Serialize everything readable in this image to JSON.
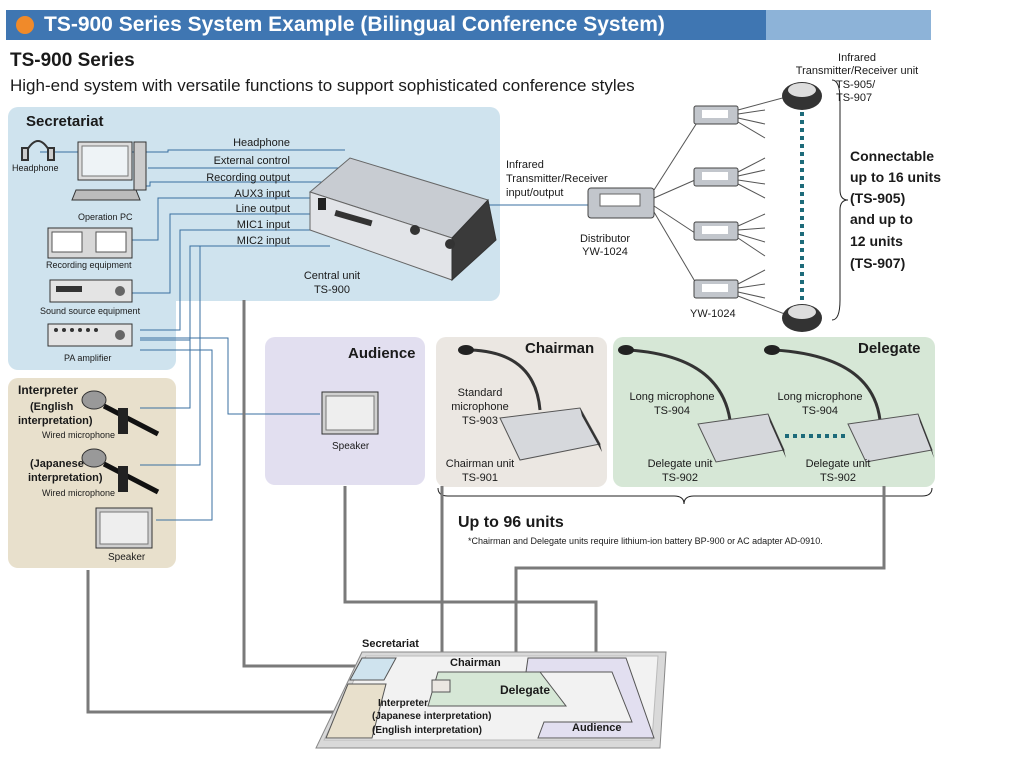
{
  "header": {
    "title": "TS-900 Series System Example (Bilingual Conference System)",
    "series": "TS-900 Series",
    "subtitle": "High-end system with versatile functions to support sophisticated conference styles"
  },
  "secretariat": {
    "title": "Secretariat",
    "devices": {
      "headphone": "Headphone",
      "operation_pc": "Operation PC",
      "recording": "Recording equipment",
      "sound_source": "Sound source equipment",
      "pa_amplifier": "PA amplifier"
    },
    "ports": [
      "Headphone",
      "External control",
      "Recording output",
      "AUX3 input",
      "Line output",
      "MIC1 input",
      "MIC2 input"
    ],
    "central_unit": {
      "name": "Central unit",
      "model": "TS-900"
    }
  },
  "infrared": {
    "io_label": [
      "Infrared",
      "Transmitter/Receiver",
      "input/output"
    ],
    "distributor": {
      "name": "Distributor",
      "model": "YW-1024"
    },
    "sub_distributor": "YW-1024",
    "unit_label": [
      "Infrared",
      "Transmitter/Receiver unit",
      "TS-905/",
      "TS-907"
    ],
    "capacity": [
      "Connectable",
      "up to 16 units",
      "(TS-905)",
      "and up to",
      "12 units",
      "(TS-907)"
    ]
  },
  "interpreter": {
    "title": "Interpreter",
    "english": [
      "(English",
      "interpretation)"
    ],
    "japanese": [
      "(Japanese",
      "interpretation)"
    ],
    "wired_mic_1": "Wired microphone",
    "wired_mic_2": "Wired microphone",
    "speaker": "Speaker"
  },
  "audience": {
    "title": "Audience",
    "speaker": "Speaker"
  },
  "chairman": {
    "title": "Chairman",
    "mic": [
      "Standard",
      "microphone",
      "TS-903"
    ],
    "unit": [
      "Chairman unit",
      "TS-901"
    ]
  },
  "delegate": {
    "title": "Delegate",
    "mic1": [
      "Long microphone",
      "TS-904"
    ],
    "mic2": [
      "Long microphone",
      "TS-904"
    ],
    "unit1": [
      "Delegate unit",
      "TS-902"
    ],
    "unit2": [
      "Delegate unit",
      "TS-902"
    ]
  },
  "units": {
    "label": "Up to 96 units",
    "note": "*Chairman and Delegate units require lithium-ion battery BP-900 or AC adapter AD-0910."
  },
  "floorplan": {
    "secretariat": "Secretariat",
    "chairman": "Chairman",
    "delegate": "Delegate",
    "audience": "Audience",
    "interpreter": [
      "Interpreter",
      "(Japanese interpretation)",
      "(English interpretation)"
    ]
  },
  "colors": {
    "header": "#3f76b2",
    "header_accent": "#8db3d8",
    "bullet": "#f08a2a",
    "secretariat_panel": "#cfe3ee",
    "interpreter_panel": "#e8e0cc",
    "audience_panel": "#e2dff0",
    "chairman_panel": "#ebe7e2",
    "delegate_panel": "#d6e7d6",
    "ir_dots": "#1d6b7a"
  }
}
